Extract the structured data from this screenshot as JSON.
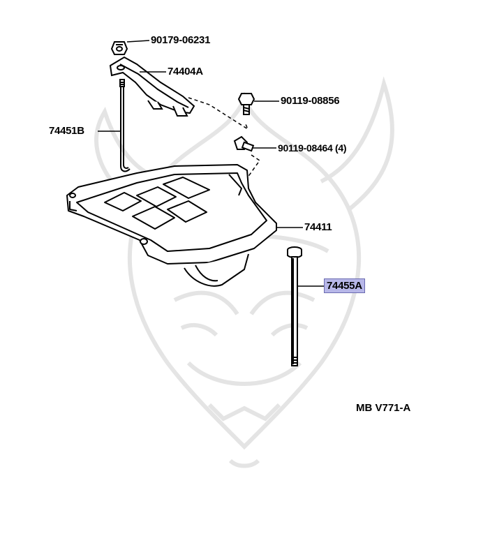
{
  "parts": [
    {
      "number": "90179-06231",
      "part": "nut"
    },
    {
      "number": "74404A",
      "part": "battery hold-down clamp"
    },
    {
      "number": "90119-08856",
      "part": "bolt"
    },
    {
      "number": "74451B",
      "part": "battery clamp rod"
    },
    {
      "number": "90119-08464 (4)",
      "part": "bolt"
    },
    {
      "number": "74411",
      "part": "battery carrier tray"
    },
    {
      "number": "74455A",
      "part": "battery carrier rod",
      "highlighted": true,
      "highlight_color": "#b7b7e8"
    }
  ],
  "reference_code": "MB V771-A",
  "watermark": "samurai helmet logo"
}
